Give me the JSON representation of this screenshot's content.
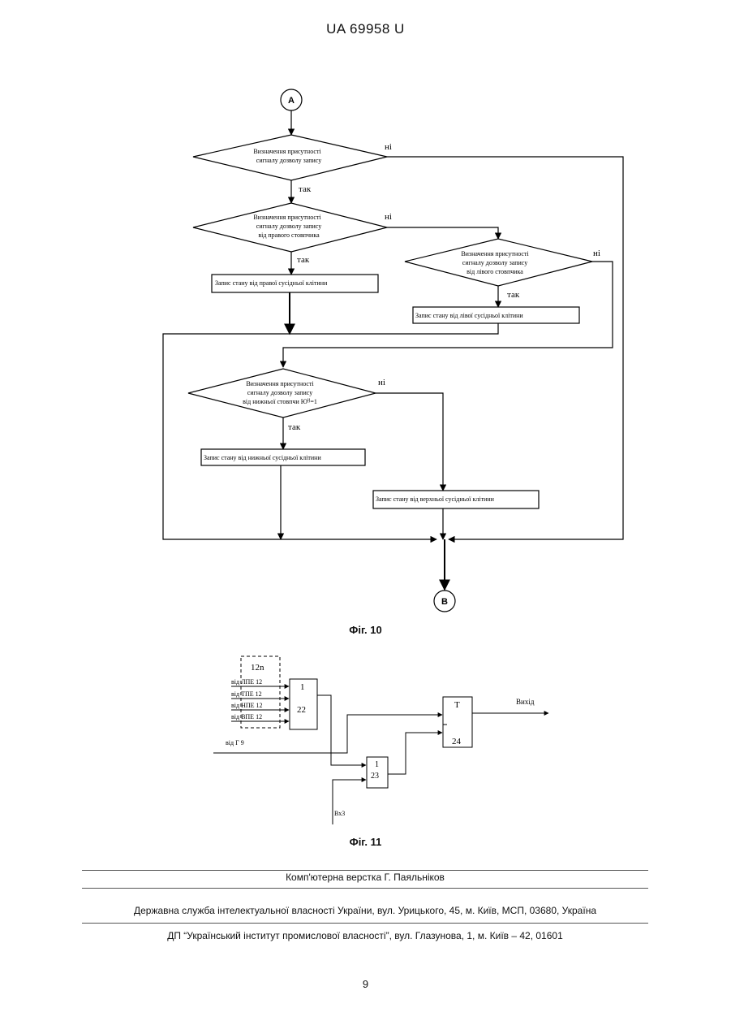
{
  "header": {
    "doc_number": "UA   69958   U"
  },
  "fig10": {
    "caption": "Фіг. 10",
    "start_connector": "А",
    "end_connector": "В",
    "yes": "так",
    "no": "ні",
    "decision1": {
      "line1": "Визначення присутності",
      "line2": "сигналу дозволу запису"
    },
    "decision2": {
      "line1": "Визначення присутності",
      "line2": "сигналу дозволу запису",
      "line3": "від правого стовпчика"
    },
    "decision3": {
      "line1": "Визначення присутності",
      "line2": "сигналу дозволу запису",
      "line3": "від лівого стовпчика"
    },
    "decision4": {
      "line1": "Визначення присутності",
      "line2": "сигналу дозволу запису",
      "line3": "від нижньої стовпчи Ю"
    },
    "box_right": "Запис стану від правої сусідньої клітини",
    "box_left": "Запис стану від лівої сусідньої клітини",
    "box_bottom": "Запис стану від нижньої сусідньої клітини",
    "box_top": "Запис стану від верхньої сусідньої клітини"
  },
  "fig11": {
    "caption": "Фіг. 11",
    "block_12n": "12n",
    "inputs": [
      "від ЛПЕ 12",
      "від ТПЕ 12",
      "від НПЕ 12",
      "від ВПЕ 12"
    ],
    "from_g9": "від Г 9",
    "vx3": "Вх3",
    "output": "Вихід",
    "elem22": {
      "symbol": "1",
      "number": "22"
    },
    "elem23": {
      "symbol": "1",
      "number": "23"
    },
    "elem24": {
      "symbol": "Т",
      "number": "24"
    }
  },
  "footer": {
    "line1": "Комп'ютерна верстка Г. Паяльніков",
    "line2": "Державна служба інтелектуальної власності України, вул. Урицького, 45, м. Київ, МСП, 03680, Україна",
    "line3": "ДП “Український інститут промислової власності”, вул. Глазунова, 1, м. Київ – 42, 01601",
    "page_number": "9"
  }
}
